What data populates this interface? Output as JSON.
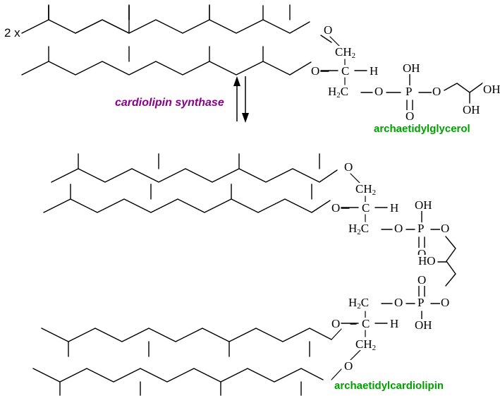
{
  "diagram": {
    "title": "Archaetidylcardiolipin biosynthesis",
    "background_color": "#ffffff",
    "bond_color": "#000000",
    "enzyme_color": "#8b008b",
    "product_label_color": "#00a000"
  },
  "stoichiometry": {
    "substrate_multiplier": "2 x"
  },
  "enzyme": {
    "name": "cardiolipin synthase",
    "reaction_type": "reversible",
    "arrow_up": "↑",
    "arrow_down": "↓"
  },
  "molecules": [
    {
      "id": "archaetidylglycerol",
      "label": "archaetidylglycerol",
      "role": "substrate",
      "multiplier": "2 x",
      "glycerol_backbone": [
        "CH",
        "C",
        "H",
        "H",
        "C"
      ],
      "atoms": [
        {
          "text": "O",
          "role": "ether-oxygen-sn1"
        },
        {
          "text": "CH",
          "sub": "2",
          "role": "glycerol-c1"
        },
        {
          "text": "O",
          "role": "ether-oxygen-sn2"
        },
        {
          "text": "C",
          "role": "glycerol-c2"
        },
        {
          "text": "H",
          "role": "glycerol-c2-hydrogen"
        },
        {
          "text": "H",
          "sub": "2",
          "text2": "C",
          "role": "glycerol-c3"
        },
        {
          "text": "O",
          "role": "phosphoester-oxygen-left"
        },
        {
          "text": "P",
          "role": "phosphorus"
        },
        {
          "text": "OH",
          "role": "phosphate-hydroxyl"
        },
        {
          "text": "O",
          "role": "phosphate-double-bond-oxygen"
        },
        {
          "text": "O",
          "role": "phosphoester-oxygen-right"
        },
        {
          "text": "OH",
          "role": "glycerol-head-c2-hydroxyl"
        },
        {
          "text": "OH",
          "role": "glycerol-head-c3-hydroxyl"
        }
      ]
    },
    {
      "id": "archaetidylcardiolipin",
      "label": "archaetidylcardiolipin",
      "role": "product",
      "atoms": [
        {
          "text": "O",
          "role": "ether-oxygen"
        },
        {
          "text": "CH",
          "sub": "2",
          "role": "glycerol-c1"
        },
        {
          "text": "C",
          "role": "glycerol-c2"
        },
        {
          "text": "H",
          "role": "glycerol-c2-hydrogen"
        },
        {
          "text": "P",
          "role": "phosphorus"
        },
        {
          "text": "OH",
          "role": "phosphate-hydroxyl"
        },
        {
          "text": "HO",
          "role": "central-glycerol-hydroxyl"
        }
      ]
    }
  ],
  "chains": {
    "name": "phytanyl",
    "branch_count": 4,
    "description": "isoprenoid phytanyl ether chain"
  },
  "text": {
    "archaetidylglycerol": "archaetidylglycerol",
    "archaetidylcardiolipin": "archaetidylcardiolipin",
    "cardiolipin_synthase": "cardiolipin synthase",
    "two_x": "2 x",
    "O": "O",
    "P": "P",
    "C": "C",
    "H": "H",
    "OH": "OH",
    "HO": "HO",
    "CH2": "CH",
    "H2C": "H",
    "sub2": "2"
  }
}
